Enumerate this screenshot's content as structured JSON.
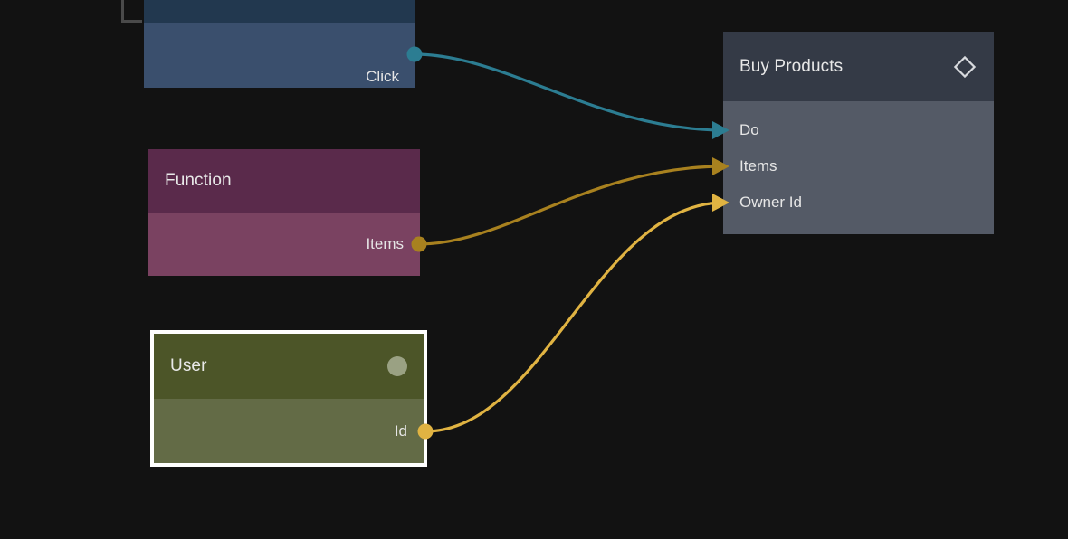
{
  "editor": {
    "name": "node-graph-editor",
    "background_color": "#121212",
    "selection_bracket": {
      "name": "selection-bracket-mark",
      "color": "#4a4a4a"
    }
  },
  "nodes": [
    {
      "id": "event",
      "title": "",
      "title_visible": false,
      "header_color": "#22384f",
      "body_color": "#3a4f6d",
      "selected": false,
      "icon": "",
      "outputs": [
        {
          "label": "Click",
          "port_color": "#2c7d92",
          "name": "output-port-click"
        }
      ],
      "inputs": []
    },
    {
      "id": "function",
      "title": "Function",
      "title_visible": true,
      "header_color": "#5a2a4b",
      "body_color": "#7a4261",
      "selected": false,
      "icon": "",
      "outputs": [
        {
          "label": "Items",
          "port_color": "#a8811f",
          "name": "output-port-items"
        }
      ],
      "inputs": []
    },
    {
      "id": "user",
      "title": "User",
      "title_visible": true,
      "header_color": "#4c5528",
      "body_color": "#636b46",
      "selected": true,
      "selection_color": "#ffffff",
      "icon": "circle-icon",
      "icon_color": "#9aa183",
      "outputs": [
        {
          "label": "Id",
          "port_color": "#e0b342",
          "name": "output-port-id"
        }
      ],
      "inputs": []
    },
    {
      "id": "buy",
      "title": "Buy Products",
      "title_visible": true,
      "header_color": "#343a46",
      "body_color": "#545a66",
      "selected": false,
      "icon": "diamond-icon",
      "icon_color": "#d8dade",
      "outputs": [],
      "inputs": [
        {
          "label": "Do",
          "port_color": "#2c7d92",
          "name": "input-port-do"
        },
        {
          "label": "Items",
          "port_color": "#a8811f",
          "name": "input-port-items"
        },
        {
          "label": "Owner Id",
          "port_color": "#e0b342",
          "name": "input-port-owner-id"
        }
      ]
    }
  ],
  "edges": [
    {
      "name": "edge-click-to-do",
      "from": "Click",
      "to": "Do",
      "color": "#2c7d92"
    },
    {
      "name": "edge-items-to-items",
      "from": "Items",
      "to": "Items",
      "color": "#a8811f"
    },
    {
      "name": "edge-id-to-owner-id",
      "from": "Id",
      "to": "Owner Id",
      "color": "#e0b342"
    }
  ]
}
